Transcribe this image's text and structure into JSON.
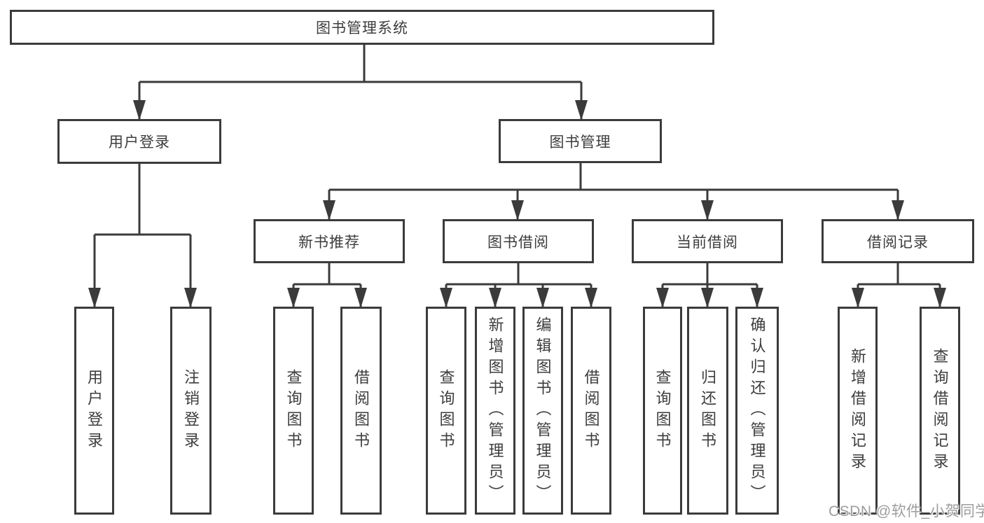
{
  "diagram": {
    "root": {
      "label": "图书管理系统"
    },
    "branches": [
      {
        "label": "用户登录",
        "children": [
          {
            "label": "用户登录"
          },
          {
            "label": "注销登录"
          }
        ]
      },
      {
        "label": "图书管理",
        "children": [
          {
            "label": "新书推荐",
            "children": [
              {
                "label": "查询图书"
              },
              {
                "label": "借阅图书"
              }
            ]
          },
          {
            "label": "图书借阅",
            "children": [
              {
                "label": "查询图书"
              },
              {
                "label": "新增图书（管理员）"
              },
              {
                "label": "编辑图书（管理员）"
              },
              {
                "label": "借阅图书"
              }
            ]
          },
          {
            "label": "当前借阅",
            "children": [
              {
                "label": "查询图书"
              },
              {
                "label": "归还图书"
              },
              {
                "label": "确认归还（管理员）"
              }
            ]
          },
          {
            "label": "借阅记录",
            "children": [
              {
                "label": "新增借阅记录"
              },
              {
                "label": "查询借阅记录"
              }
            ]
          }
        ]
      }
    ]
  },
  "watermark": {
    "text": "CSDN @软件_小贺同学"
  },
  "colors": {
    "background": "#ffffff",
    "line": "#3b3b3b",
    "box_border": "#3b3b3b",
    "text": "#3d3d3d",
    "watermark": "#9d9d9d"
  }
}
